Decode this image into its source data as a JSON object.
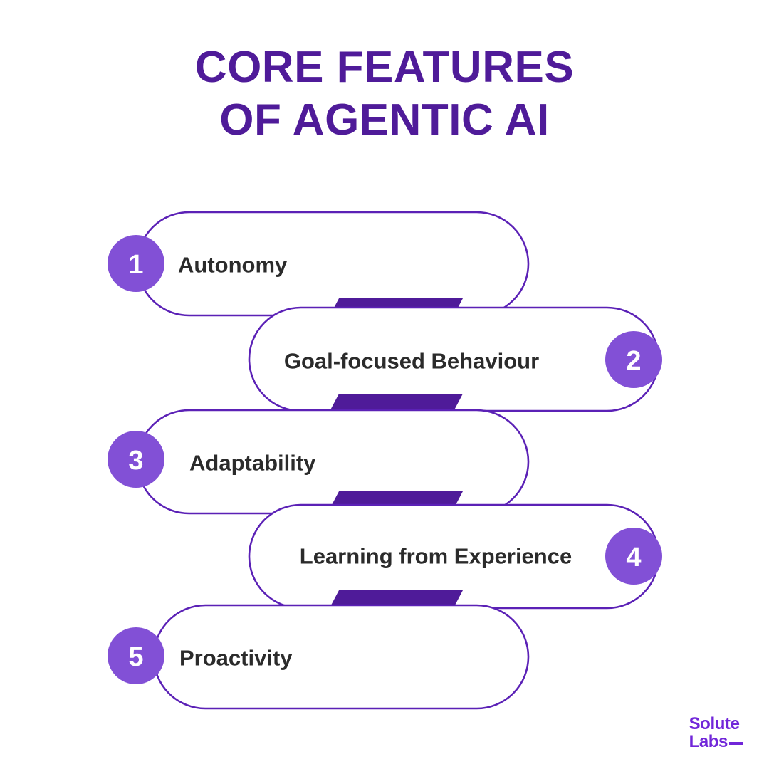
{
  "title": {
    "line1": "Core Features",
    "line2": "of Agentic AI"
  },
  "colors": {
    "title_purple": "#4f1b99",
    "badge_purple": "#8250d6",
    "outline_purple": "#5b21b6",
    "connector_purple": "#4f1b99",
    "label_text": "#2b2b2b",
    "background": "#ffffff"
  },
  "items": [
    {
      "number": "1",
      "label": "Autonomy",
      "side": "left"
    },
    {
      "number": "2",
      "label": "Goal-focused Behaviour",
      "side": "right"
    },
    {
      "number": "3",
      "label": "Adaptability",
      "side": "left"
    },
    {
      "number": "4",
      "label": "Learning from Experience",
      "side": "right"
    },
    {
      "number": "5",
      "label": "Proactivity",
      "side": "left"
    }
  ],
  "connectors": {
    "count": 4,
    "shape": "parallelogram"
  },
  "logo": {
    "line1": "Solute",
    "line2": "Labs"
  }
}
